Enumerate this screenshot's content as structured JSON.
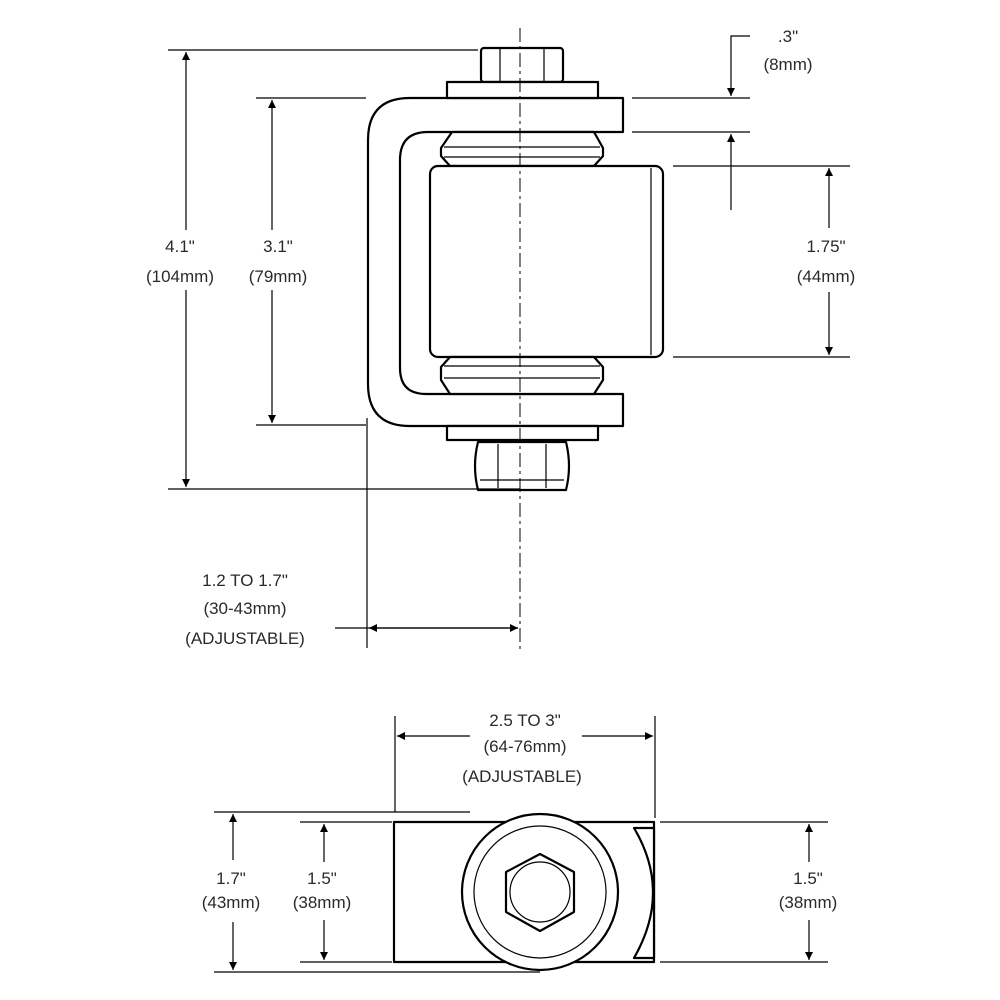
{
  "colors": {
    "line": "#000000",
    "text": "#2a2a2a",
    "background": "#ffffff"
  },
  "side_view": {
    "total_height": {
      "imperial": "4.1\"",
      "metric": "(104mm)"
    },
    "bracket_height": {
      "imperial": "3.1\"",
      "metric": "(79mm)"
    },
    "washer_gap": {
      "imperial": ".3\"",
      "metric": "(8mm)"
    },
    "barrel_height": {
      "imperial": "1.75\"",
      "metric": "(44mm)"
    },
    "offset": {
      "imperial": "1.2 TO 1.7\"",
      "metric": "(30-43mm)",
      "note": "(ADJUSTABLE)"
    }
  },
  "top_view": {
    "width": {
      "imperial": "2.5 TO 3\"",
      "metric": "(64-76mm)",
      "note": "(ADJUSTABLE)"
    },
    "outer_height": {
      "imperial": "1.7\"",
      "metric": "(43mm)"
    },
    "plate_height": {
      "imperial": "1.5\"",
      "metric": "(38mm)"
    },
    "barrel_height": {
      "imperial": "1.5\"",
      "metric": "(38mm)"
    }
  }
}
